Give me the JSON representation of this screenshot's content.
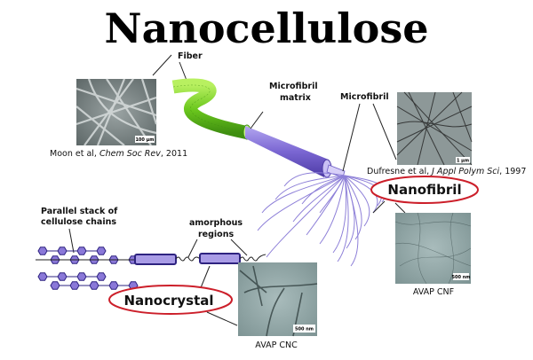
{
  "title": "Nanocellulose",
  "labels": {
    "fiber": "Fiber",
    "microfibril_matrix_1": "Microfibril",
    "microfibril_matrix_2": "matrix",
    "microfibril": "Microfibril",
    "parallel_1": "Parallel stack of",
    "parallel_2": "cellulose chains",
    "amorphous_1": "amorphous",
    "amorphous_2": "regions",
    "nanofibril": "Nanofibril",
    "nanocrystal": "Nanocrystal"
  },
  "captions": {
    "moon_prefix": "Moon et al, ",
    "moon_journal": "Chem Soc Rev",
    "moon_year": ", 2011",
    "dufresne_prefix": "Dufresne et al, ",
    "dufresne_journal": "J Appl Polym Sci",
    "dufresne_year": ", 1997",
    "cnf": "AVAP CNF",
    "cnc": "AVAP CNC"
  },
  "scale_bars": {
    "fiber": "100 µm",
    "microfibril": "1 µm",
    "cnf": "500 nm",
    "cnc": "500 nm"
  },
  "colors": {
    "fiber_green": "#7bd82a",
    "purple": "#8a78d8",
    "ellipse_red": "#cc1f2a"
  }
}
